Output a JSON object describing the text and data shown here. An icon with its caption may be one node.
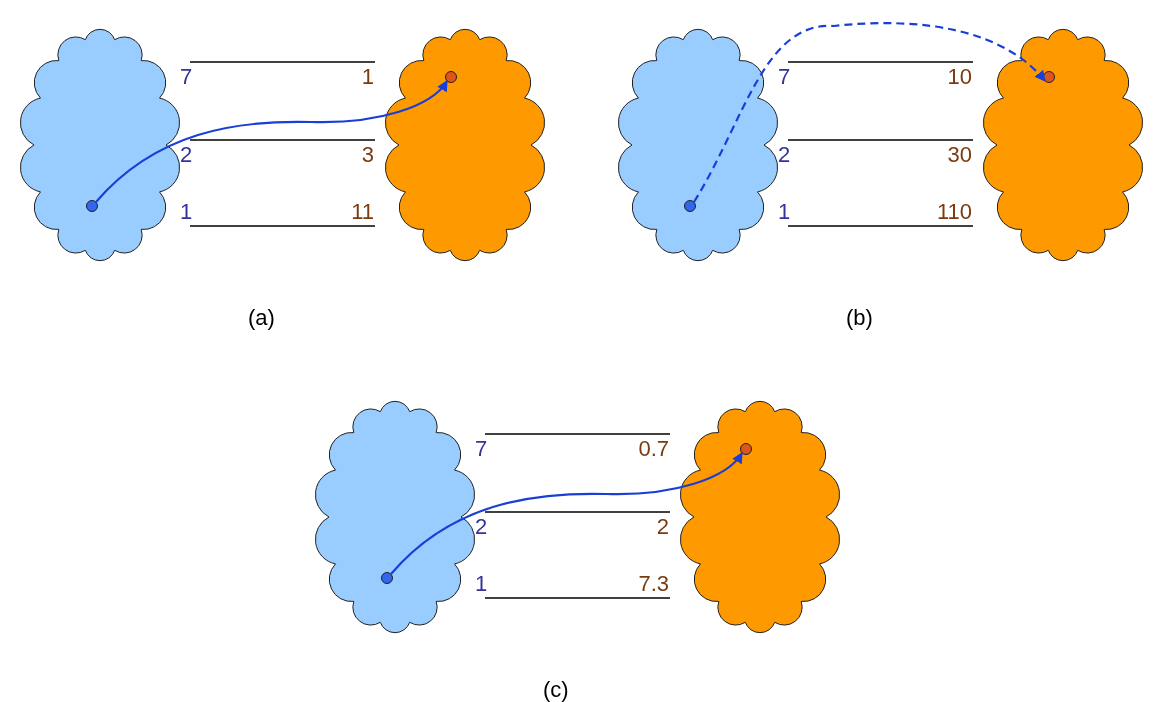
{
  "diagram": {
    "nodes": [
      {
        "text": [],
        "shape": "cloud"
      },
      {
        "text": [],
        "shape": "cloud"
      },
      {
        "text": [],
        "shape": "circle",
        "in": 0
      },
      {
        "text": [],
        "shape": "circle",
        "in": 1
      },
      {
        "text": [],
        "shape": "cloud"
      },
      {
        "text": [],
        "shape": "cloud"
      },
      {
        "text": [],
        "shape": "circle",
        "in": 4
      },
      {
        "text": [],
        "shape": "circle",
        "in": 5
      },
      {
        "text": [],
        "shape": "cloud"
      },
      {
        "text": [],
        "shape": "cloud"
      },
      {
        "text": [],
        "shape": "circle",
        "in": 8
      },
      {
        "text": [],
        "shape": "circle",
        "in": 9
      }
    ],
    "edges": [
      {
        "from": 0,
        "to": 1,
        "arrow": "none"
      },
      {
        "from": 0,
        "to": 1,
        "arrow": "none"
      },
      {
        "from": 0,
        "to": 1,
        "arrow": "none"
      },
      {
        "from": 2,
        "to": 3,
        "arrow": "to",
        "color": "#1a3fd6"
      },
      {
        "from": 4,
        "to": 5,
        "arrow": "none"
      },
      {
        "from": 4,
        "to": 5,
        "arrow": "none"
      },
      {
        "from": 4,
        "to": 5,
        "arrow": "none"
      },
      {
        "from": 6,
        "to": 7,
        "arrow": "to",
        "style": "dashed",
        "color": "#1a3fd6"
      },
      {
        "from": 8,
        "to": 9,
        "arrow": "none"
      },
      {
        "from": 8,
        "to": 9,
        "arrow": "none"
      },
      {
        "from": 8,
        "to": 9,
        "arrow": "none"
      },
      {
        "from": 10,
        "to": 11,
        "arrow": "to",
        "color": "#1a3fd6"
      }
    ],
    "labels": [
      "7",
      "2",
      "1",
      "1",
      "3",
      "11",
      "(a)",
      "7",
      "2",
      "1",
      "10",
      "30",
      "110",
      "(b)",
      "7",
      "2",
      "1",
      "0.7",
      "2",
      "7.3",
      "(c)"
    ]
  }
}
